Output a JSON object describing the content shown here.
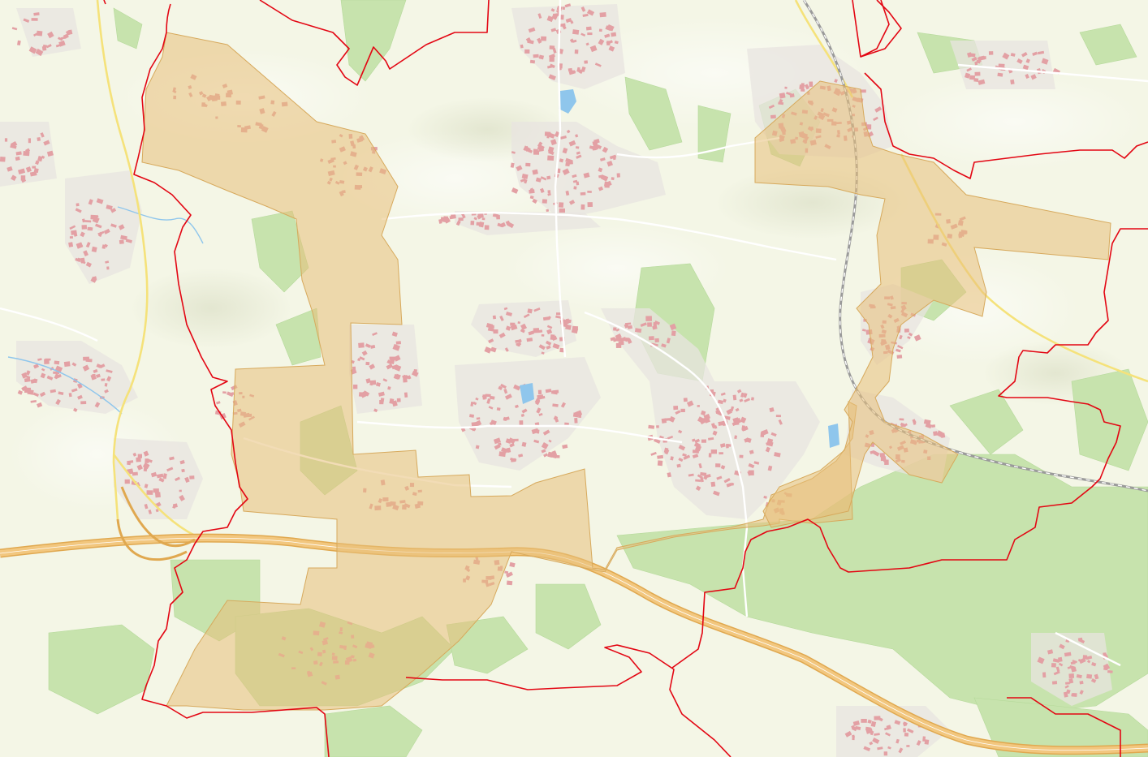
{
  "map": {
    "labels": [],
    "colors": {
      "land": "#f4f6e6",
      "forest": "#c7e3ad",
      "forest_dark": "#b5d99a",
      "settlement": "#e8e4e0",
      "building": "#e3a0a4",
      "highway_fill": "#f2c77f",
      "highway_edge": "#e0a84f",
      "highway_centerline": "#ffffff",
      "main_road": "#f5e27a",
      "minor_road": "#ffffff",
      "railway": "#9a9a9a",
      "water": "#8fc6ec",
      "boundary": "#e30613",
      "highlight_fill": "#e8c07a",
      "highlight_stroke": "#d7a95c",
      "highlight_opacity": 0.55
    },
    "layers": [
      "terrain",
      "forest",
      "settlements",
      "buildings",
      "roads",
      "highway",
      "railway",
      "water",
      "highlight-areas",
      "municipal-boundaries"
    ]
  }
}
